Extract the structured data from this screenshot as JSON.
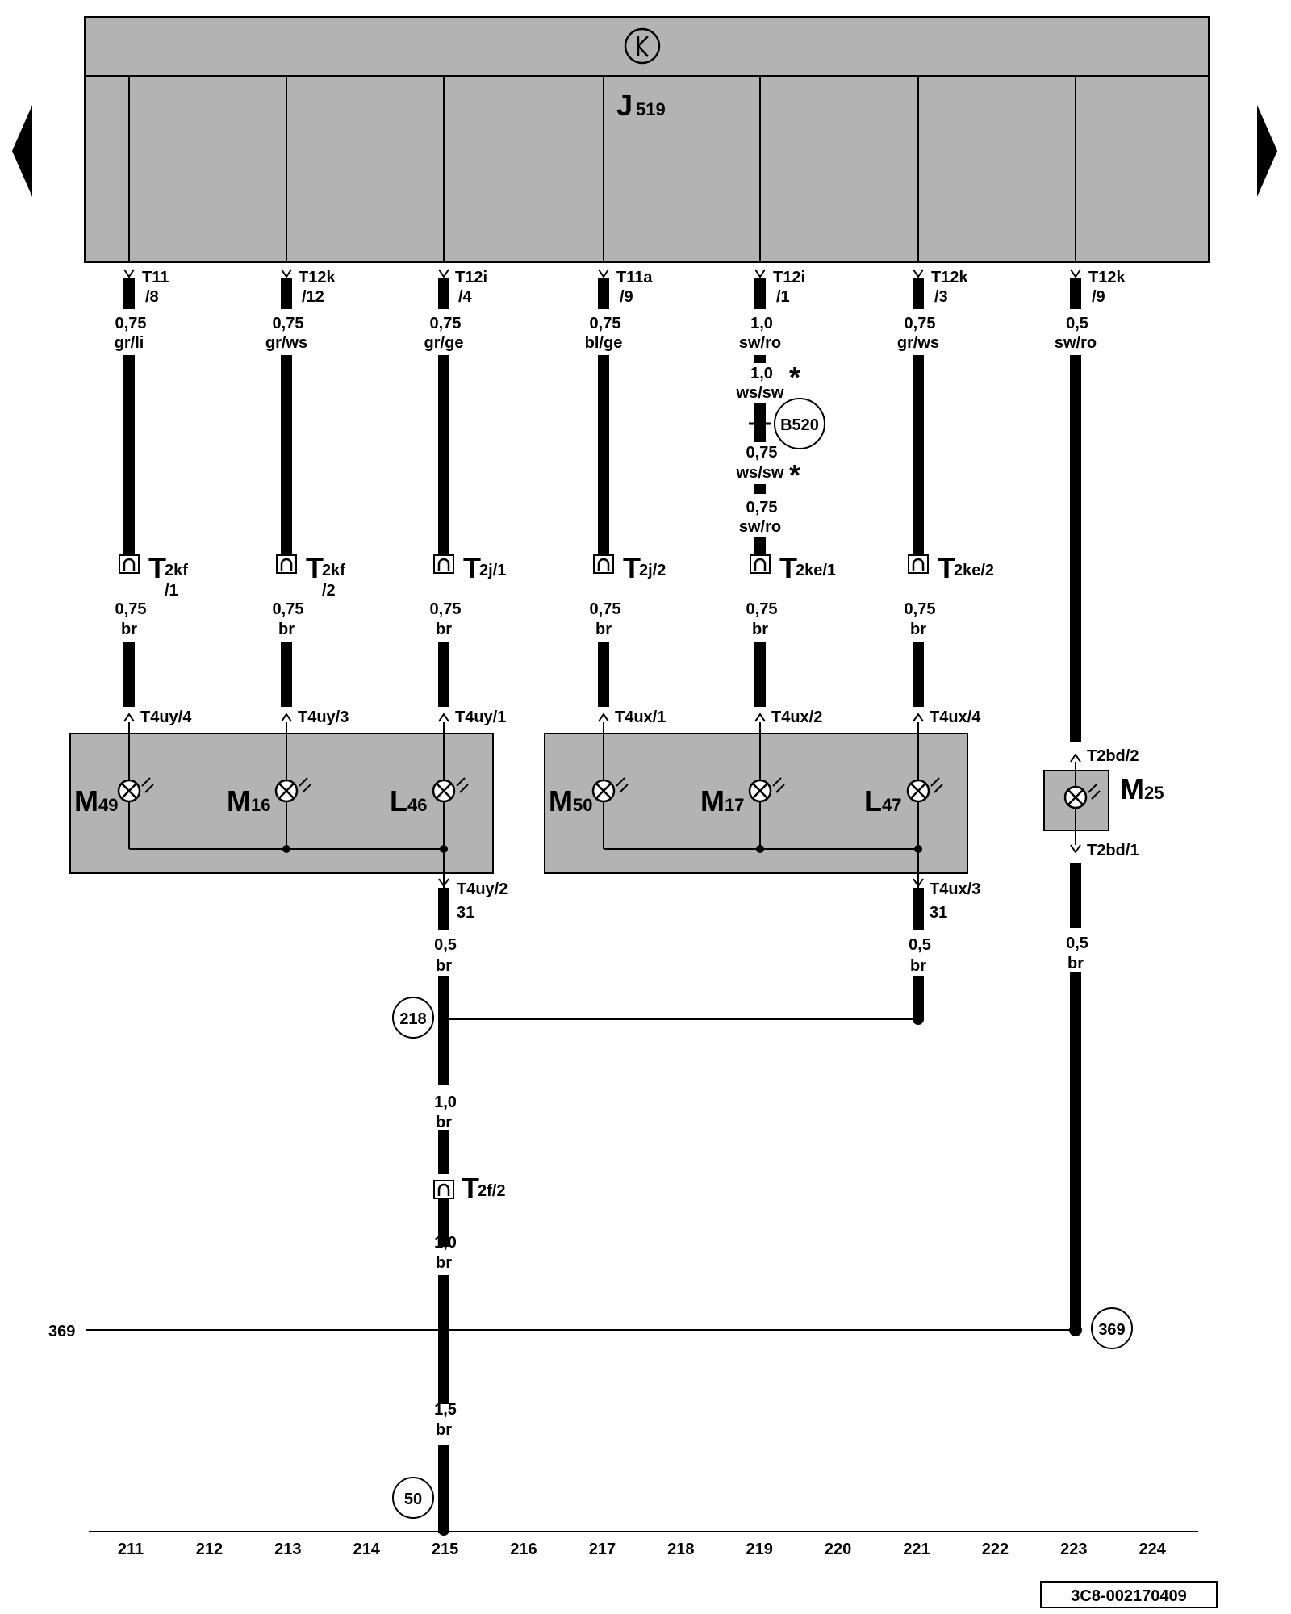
{
  "control_unit": {
    "letter": "J",
    "index": "519"
  },
  "nav": {
    "prev": "prev-page",
    "next": "next-page"
  },
  "wires": [
    {
      "conn": "T11",
      "pin": "/8",
      "top_size": "0,75",
      "top_color": "gr/li",
      "plug": "T",
      "plug_sub": "2kf",
      "plug_pin": "/1",
      "bot_size": "0,75",
      "bot_color": "br",
      "term": "T4uy/4"
    },
    {
      "conn": "T12k",
      "pin": "/12",
      "top_size": "0,75",
      "top_color": "gr/ws",
      "plug": "T",
      "plug_sub": "2kf",
      "plug_pin": "/2",
      "bot_size": "0,75",
      "bot_color": "br",
      "term": "T4uy/3"
    },
    {
      "conn": "T12i",
      "pin": "/4",
      "top_size": "0,75",
      "top_color": "gr/ge",
      "plug": "T",
      "plug_sub": "2j/1",
      "plug_pin": "",
      "bot_size": "0,75",
      "bot_color": "br",
      "term": "T4uy/1"
    },
    {
      "conn": "T11a",
      "pin": "/9",
      "top_size": "0,75",
      "top_color": "bl/ge",
      "plug": "T",
      "plug_sub": "2j/2",
      "plug_pin": "",
      "bot_size": "0,75",
      "bot_color": "br",
      "term": "T4ux/1"
    },
    {
      "conn": "T12i",
      "pin": "/1",
      "top_size": "1,0",
      "top_color": "sw/ro",
      "plug": "T",
      "plug_sub": "2ke/1",
      "plug_pin": "",
      "bot_size": "0,75",
      "bot_color": "br",
      "term": "T4ux/2"
    },
    {
      "conn": "T12k",
      "pin": "/3",
      "top_size": "0,75",
      "top_color": "gr/ws",
      "plug": "T",
      "plug_sub": "2ke/2",
      "plug_pin": "",
      "bot_size": "0,75",
      "bot_color": "br",
      "term": "T4ux/4"
    },
    {
      "conn": "T12k",
      "pin": "/9",
      "top_size": "0,5",
      "top_color": "sw/ro"
    }
  ],
  "splice_section": {
    "a_size": "1,0",
    "a_color": "ws/sw",
    "a_star": "*",
    "splice": "B520",
    "b_size": "0,75",
    "b_color": "ws/sw",
    "b_star": "*",
    "c_size": "0,75",
    "c_color": "sw/ro"
  },
  "bulbs": [
    {
      "letter": "M",
      "index": "49"
    },
    {
      "letter": "M",
      "index": "16"
    },
    {
      "letter": "L",
      "index": "46"
    },
    {
      "letter": "M",
      "index": "50"
    },
    {
      "letter": "M",
      "index": "17"
    },
    {
      "letter": "L",
      "index": "47"
    },
    {
      "letter": "M",
      "index": "25"
    }
  ],
  "m25": {
    "term_top": "T2bd/2",
    "term_bot": "T2bd/1",
    "size": "0,5",
    "color": "br"
  },
  "ground_left": {
    "term": "T4uy/2",
    "num": "31",
    "size": "0,5",
    "color": "br"
  },
  "ground_right": {
    "term": "T4ux/3",
    "num": "31",
    "size": "0,5",
    "color": "br"
  },
  "ground_main": {
    "junction": "218",
    "seg1_size": "1,0",
    "seg1_color": "br",
    "plug": "T",
    "plug_sub": "2f/2",
    "seg2_size": "1,0",
    "seg2_color": "br",
    "ref_left": "369",
    "ref_right": "369",
    "seg3_size": "1,5",
    "seg3_color": "br",
    "ground_point": "50"
  },
  "track_numbers": [
    "211",
    "212",
    "213",
    "214",
    "215",
    "216",
    "217",
    "218",
    "219",
    "220",
    "221",
    "222",
    "223",
    "224"
  ],
  "doc_id": "3C8-002170409",
  "colors": {
    "panel": "#b3b3b3",
    "line": "#000000",
    "background": "#ffffff"
  }
}
